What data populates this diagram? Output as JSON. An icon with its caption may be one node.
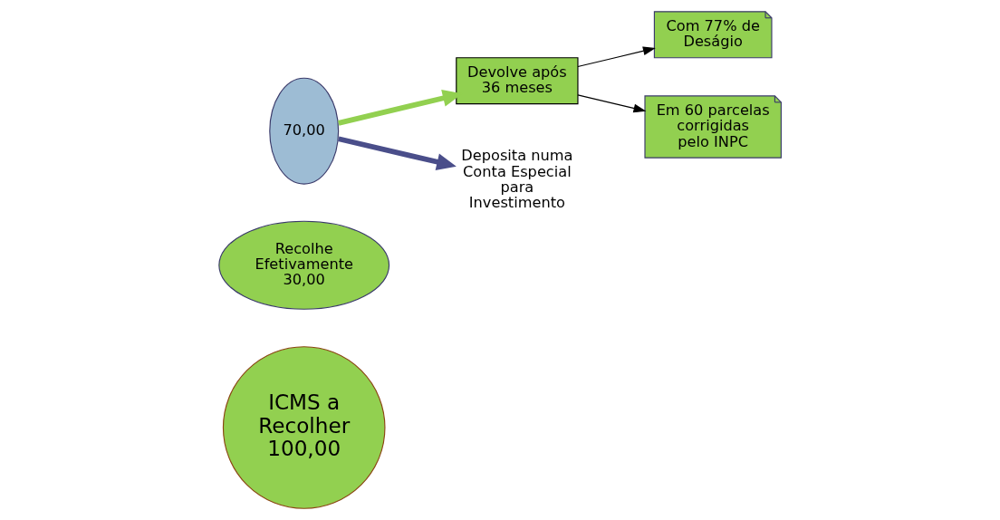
{
  "diagram": {
    "nodes": [
      {
        "text": [
          "ICMS a Recolher",
          "100,00"
        ]
      },
      {
        "text": [
          "Recolhe Efetivamente",
          "30,00"
        ]
      },
      {
        "text": [
          "70,00"
        ]
      },
      {
        "text": [
          "Devolve após 36 meses"
        ]
      },
      {
        "text": [
          "Com 77% de Deságio"
        ]
      },
      {
        "text": [
          "Em 60 parcelas corrigidas pelo INPC"
        ]
      },
      {
        "text": [
          "Deposita numa Conta Especial para Investimento"
        ]
      }
    ],
    "edges": [
      {
        "from": 2,
        "to": 3,
        "arrow": "to",
        "style": "thick",
        "color": "#92d050"
      },
      {
        "from": 3,
        "to": 4,
        "arrow": "to"
      },
      {
        "from": 3,
        "to": 5,
        "arrow": "to"
      },
      {
        "from": 2,
        "to": 6,
        "arrow": "to",
        "style": "thick",
        "color": "#4a4e8a"
      }
    ]
  }
}
